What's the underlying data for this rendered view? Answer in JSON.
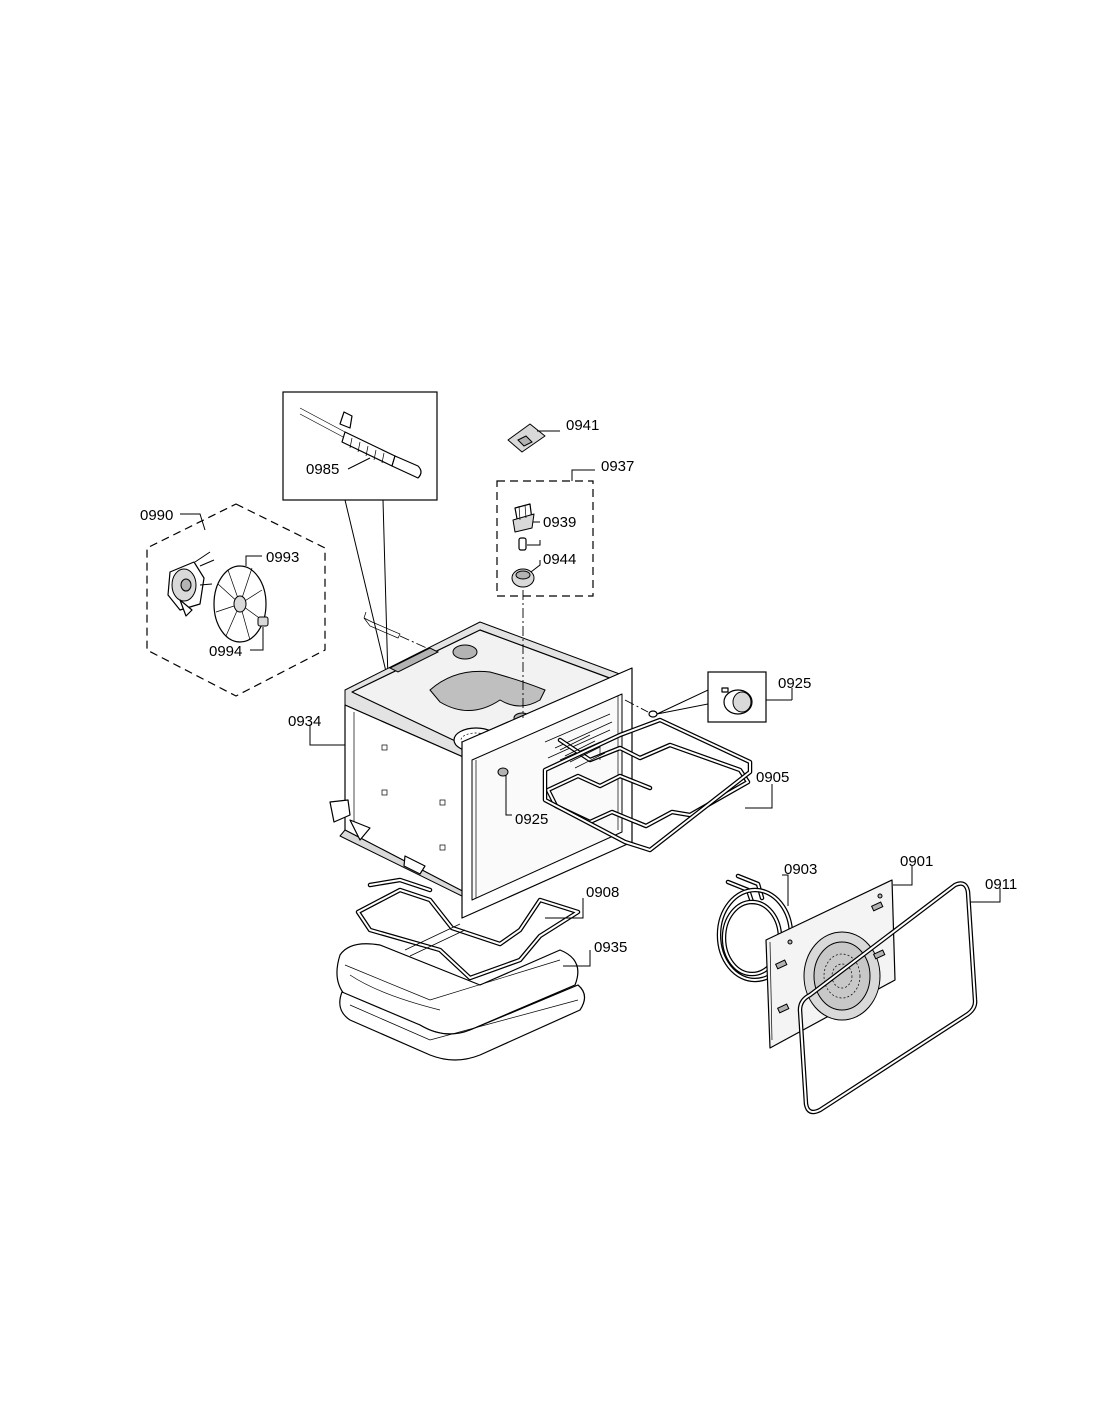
{
  "labels": {
    "p0985": "0985",
    "p0941": "0941",
    "p0937": "0937",
    "p0939": "0939",
    "p0944": "0944",
    "p0990": "0990",
    "p0993": "0993",
    "p0994": "0994",
    "p0934": "0934",
    "p0925a": "0925",
    "p0925b": "0925",
    "p0905": "0905",
    "p0903": "0903",
    "p0901": "0901",
    "p0911": "0911",
    "p0908": "0908",
    "p0935": "0935"
  }
}
